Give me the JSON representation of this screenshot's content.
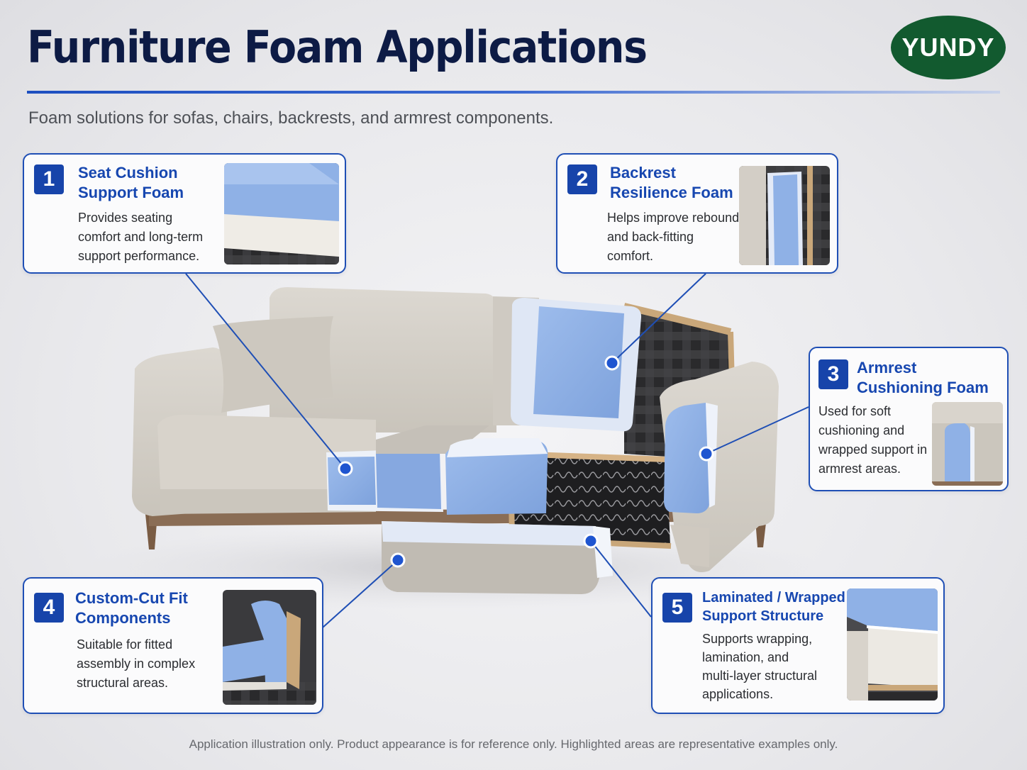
{
  "header": {
    "title": "Furniture Foam Applications",
    "subtitle": "Foam solutions for sofas, chairs, backrests, and armrest components.",
    "logo_text": "YUNDY"
  },
  "callouts": [
    {
      "number": "1",
      "title": "Seat Cushion\nSupport Foam",
      "description": "Provides seating\ncomfort and long-term\nsupport performance."
    },
    {
      "number": "2",
      "title": "Backrest\nResilience Foam",
      "description": "Helps improve rebound\nand back-fitting\ncomfort."
    },
    {
      "number": "3",
      "title": "Armrest\nCushioning Foam",
      "description": "Used for soft\ncushioning and\nwrapped support in\narmrest areas."
    },
    {
      "number": "4",
      "title": "Custom-Cut Fit\nComponents",
      "description": "Suitable for fitted\nassembly in complex\nstructural areas."
    },
    {
      "number": "5",
      "title": "Laminated / Wrapped\nSupport Structure",
      "description": "Supports wrapping,\nlamination, and\nmulti-layer structural\napplications."
    }
  ],
  "footer": {
    "note": "Application illustration only. Product appearance is for reference only. Highlighted areas are representative examples only."
  },
  "colors": {
    "title": "#0d1b45",
    "accent_blue": "#1f4fb5",
    "foam_blue": "#8fb1e6",
    "logo_green": "#125a2f",
    "fabric": "#d4cfc7"
  }
}
